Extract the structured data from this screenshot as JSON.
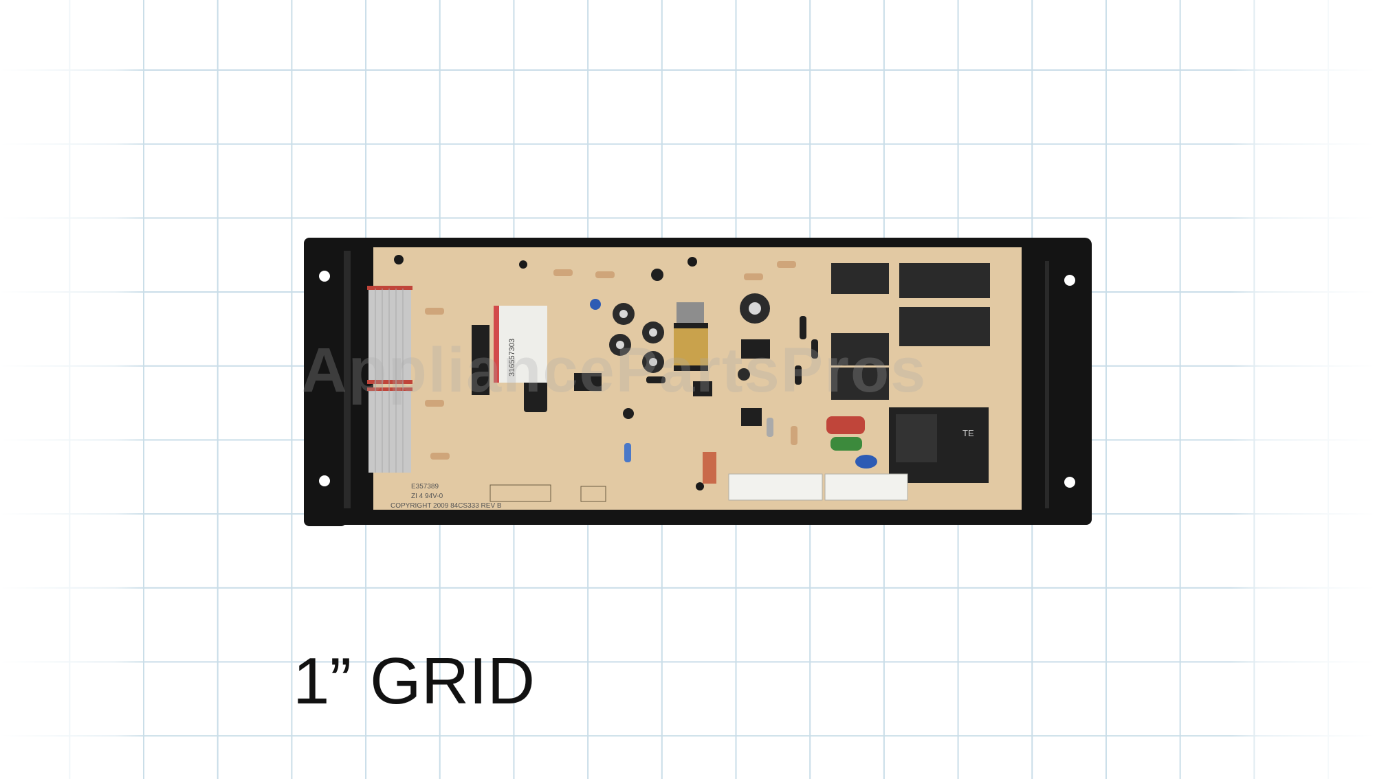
{
  "caption": "1” GRID",
  "watermark_text": "AppliancePartsPros",
  "board_labels": {
    "part_numbers": "316557303",
    "code": "E357389",
    "rating": "ZI 4 94V-0",
    "copyright": "COPYRIGHT 2009 84CS333 REV B",
    "relay_brand": "TE"
  },
  "colors": {
    "background": "#ffffff",
    "grid_line": "#c9dde8",
    "frame": "#141414",
    "pcb": "#e2c9a3",
    "relay": "#2a2a2a",
    "ribbon": "#c8c8c8",
    "connector": "#f2f2ee",
    "capacitor_red": "#c0453a",
    "capacitor_green": "#3c8a3c",
    "capacitor_blue": "#2d5bb4"
  }
}
